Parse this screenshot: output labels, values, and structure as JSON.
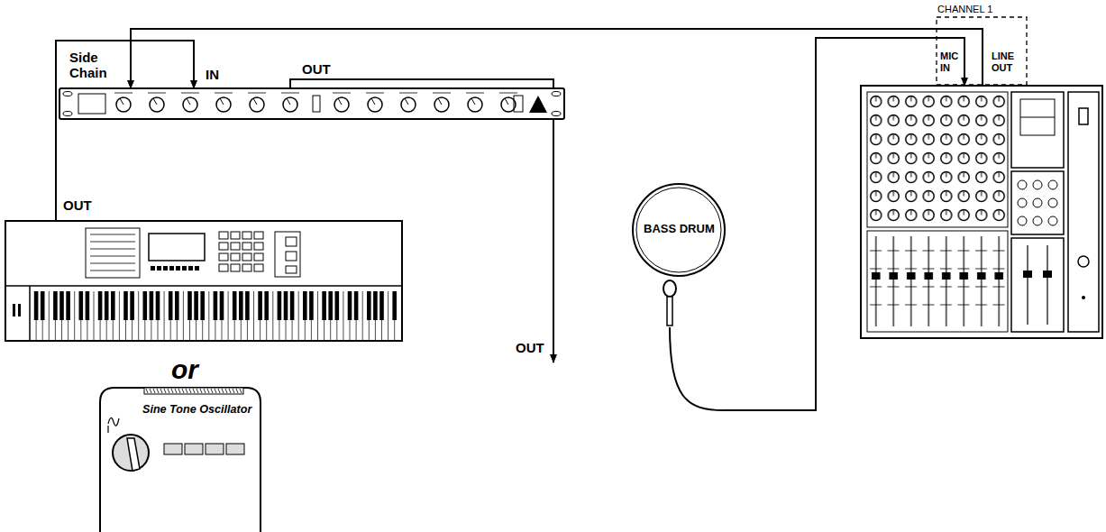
{
  "diagram": {
    "nodes": [
      {
        "text": [
          "Side Chain",
          "IN",
          "OUT"
        ]
      },
      {
        "text": [
          "CHANNEL 1",
          "MIC IN",
          "LINE OUT"
        ]
      },
      {
        "text": [
          "OUT"
        ]
      },
      {
        "text": [
          "BASS DRUM"
        ]
      },
      {
        "text": [
          "Sine Tone Oscillator"
        ]
      }
    ],
    "edges": [
      {
        "from": 2,
        "to": 0,
        "arrow": "to"
      },
      {
        "from": 1,
        "to": 0,
        "arrow": "to"
      },
      {
        "from": 3,
        "to": 1,
        "arrow": "to"
      }
    ],
    "labels": [
      "or",
      "OUT"
    ]
  }
}
